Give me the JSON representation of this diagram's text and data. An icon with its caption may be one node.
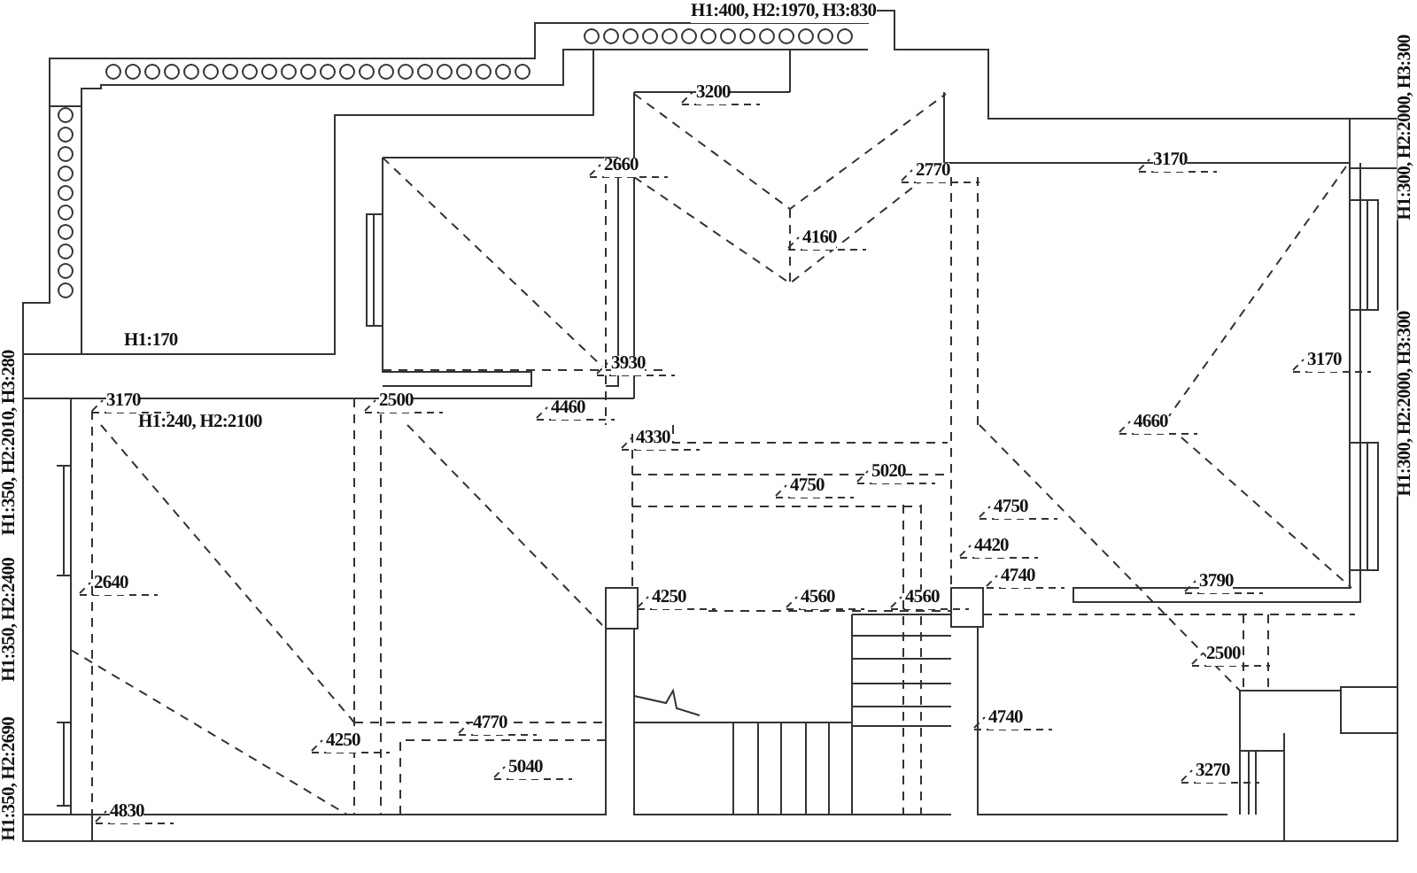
{
  "diagram": {
    "labels": [
      "H1:400, H2:1970, H3:830",
      "3200",
      "2660",
      "2770",
      "3170",
      "4160",
      "H1:170",
      "3930",
      "3170",
      "3170",
      "2500",
      "H1:240, H2:2100",
      "4460",
      "4660",
      "4330",
      "4750",
      "5020",
      "4750",
      "2640",
      "4420",
      "4740",
      "3790",
      "4250",
      "4560",
      "4560",
      "2500",
      "4250",
      "4770",
      "4740",
      "5040",
      "3270",
      "4830",
      "H1:350, H2:2010, H3:280",
      "H1:350, H2:2400",
      "H1:350, H2:2690",
      "H1:300, H2:2000, H3:300",
      "H1:300, H2:2000, H3:300"
    ]
  }
}
